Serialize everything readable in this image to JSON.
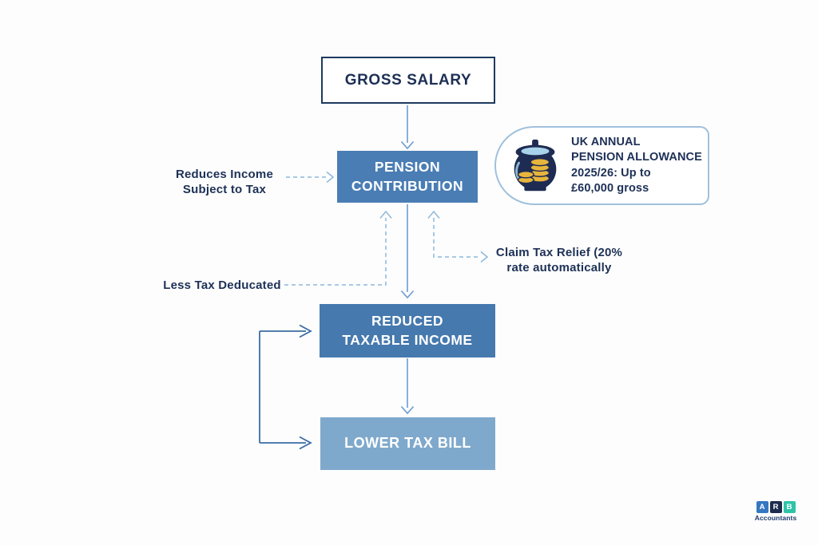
{
  "diagram": {
    "nodes": {
      "gross_salary": {
        "label": "GROSS SALARY"
      },
      "pension_contribution": {
        "label": "PENSION\nCONTRIBUTION",
        "bg": "#4a7db4"
      },
      "reduced_taxable_income": {
        "label": "REDUCED\nTAXABLE INCOME",
        "bg": "#4679ae"
      },
      "lower_tax_bill": {
        "label": "LOWER TAX BILL",
        "bg": "#7fa9cc"
      }
    },
    "annotations": {
      "reduces_income": "Reduces Income\nSubject to Tax",
      "less_tax": "Less Tax Deducated",
      "claim_relief": "Claim Tax Relief (20%\nrate automatically"
    },
    "allowance_badge": {
      "icon": "pension-pot-icon",
      "text": "UK ANNUAL\nPENSION ALLOWANCE\n2025/26: Up to\n£60,000 gross"
    },
    "colors": {
      "outline_border": "#1e3a5f",
      "solid_arrow": "#6b9cd2",
      "dashed_arrow": "#8cb8de",
      "bracket_arrow": "#3a6ca3",
      "badge_border": "#9fc0dc",
      "pot_navy": "#1e2b52",
      "pot_lid": "#a9d3ea",
      "coin_gold": "#e7b53c"
    }
  },
  "logo": {
    "letters": {
      "a": "A",
      "r": "R",
      "b": "B"
    },
    "square_colors": {
      "a": "#3577c1",
      "r": "#1d2b4c",
      "b": "#2fc3a7"
    },
    "caption": "Accountants"
  }
}
